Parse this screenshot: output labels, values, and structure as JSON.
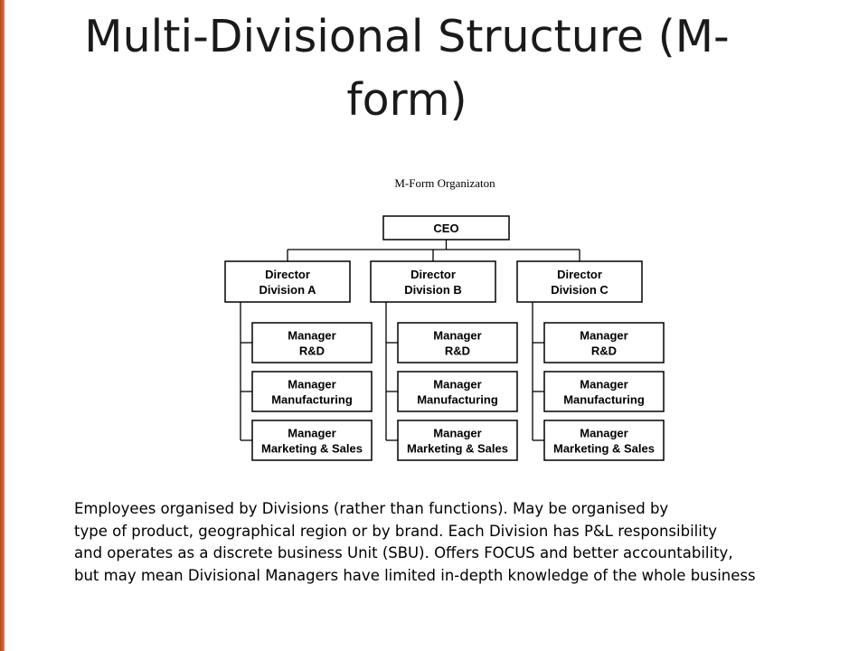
{
  "title": "Multi-Divisional Structure (M-form)",
  "title_lines": [
    "Multi-Divisional Structure (M-",
    "form)"
  ],
  "chart": {
    "title": "M-Form Organizaton",
    "ceo": "CEO",
    "divisions": [
      {
        "director": [
          "Director",
          "Division A"
        ],
        "managers": [
          [
            "Manager",
            "R&D"
          ],
          [
            "Manager",
            "Manufacturing"
          ],
          [
            "Manager",
            "Marketing & Sales"
          ]
        ]
      },
      {
        "director": [
          "Director",
          "Division B"
        ],
        "managers": [
          [
            "Manager",
            "R&D"
          ],
          [
            "Manager",
            "Manufacturing"
          ],
          [
            "Manager",
            "Marketing & Sales"
          ]
        ]
      },
      {
        "director": [
          "Director",
          "Division C"
        ],
        "managers": [
          [
            "Manager",
            "R&D"
          ],
          [
            "Manager",
            "Manufacturing"
          ],
          [
            "Manager",
            "Marketing & Sales"
          ]
        ]
      }
    ]
  },
  "description_lines": [
    "Employees organised by Divisions (rather than functions).  May be organised by",
    "type of product, geographical region or by brand.  Each Division has P&L responsibility",
    "and operates as a discrete business Unit (SBU).  Offers FOCUS and better accountability,",
    "but may mean Divisional Managers have limited in-depth knowledge of the whole business"
  ],
  "colors": {
    "accent_bar": "#c8552a",
    "text": "#000000"
  }
}
